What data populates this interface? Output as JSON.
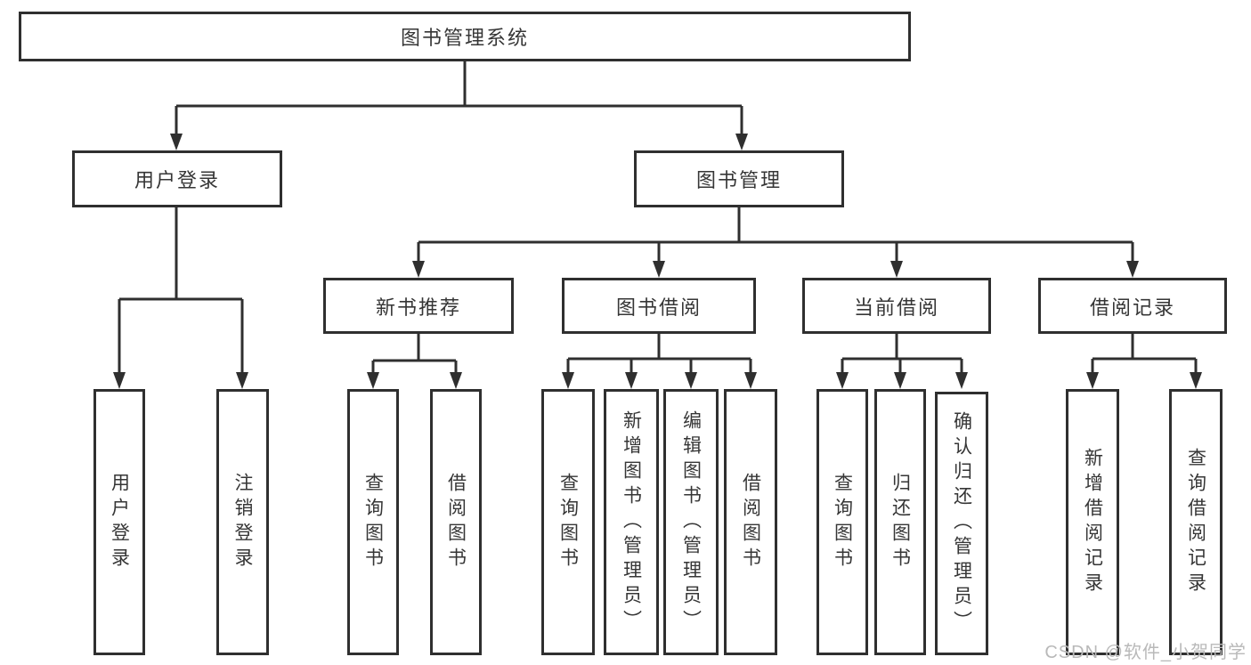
{
  "diagram": {
    "root": {
      "label": "图书管理系统"
    },
    "branches": [
      {
        "label": "用户登录",
        "children": [
          {
            "label": "用户登录"
          },
          {
            "label": "注销登录"
          }
        ]
      },
      {
        "label": "图书管理",
        "groups": [
          {
            "label": "新书推荐",
            "children": [
              {
                "label": "查询图书"
              },
              {
                "label": "借阅图书"
              }
            ]
          },
          {
            "label": "图书借阅",
            "children": [
              {
                "label": "查询图书"
              },
              {
                "label": "新增图书（管理员）"
              },
              {
                "label": "编辑图书（管理员）"
              },
              {
                "label": "借阅图书"
              }
            ]
          },
          {
            "label": "当前借阅",
            "children": [
              {
                "label": "查询图书"
              },
              {
                "label": "归还图书"
              },
              {
                "label": "确认归还（管理员）"
              }
            ]
          },
          {
            "label": "借阅记录",
            "children": [
              {
                "label": "新增借阅记录"
              },
              {
                "label": "查询借阅记录"
              }
            ]
          }
        ]
      }
    ],
    "watermark": "CSDN @软件_小贺同学",
    "colors": {
      "line": "#2f2f2f",
      "text": "#363636",
      "background": "#ffffff",
      "watermark": "#b9b9b9"
    }
  }
}
